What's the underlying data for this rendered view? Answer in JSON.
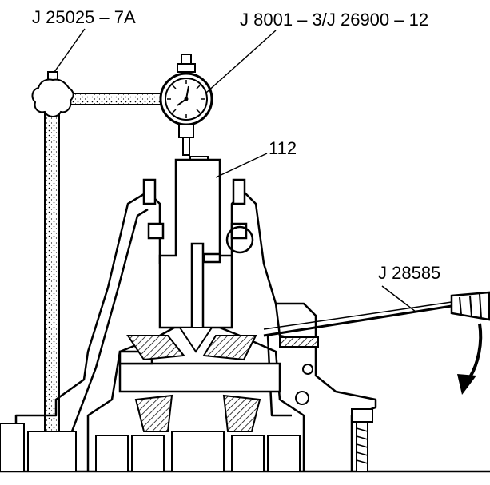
{
  "diagram": {
    "callouts": {
      "gage_bar": "J 25025 – 7A",
      "dial_indicator": "J 8001 – 3/J 26900 – 12",
      "part_number": "112",
      "pry_tool": "J 28585"
    },
    "components": [
      "gage-bar-post",
      "knob",
      "dial-indicator",
      "indicator-plunger",
      "case-housing",
      "shaft",
      "pinion-gears",
      "pry-tool",
      "rotation-arrow",
      "bolt"
    ],
    "colors": {
      "ink": "#000000",
      "paper": "#ffffff",
      "shade": "#cfcfcf"
    }
  }
}
